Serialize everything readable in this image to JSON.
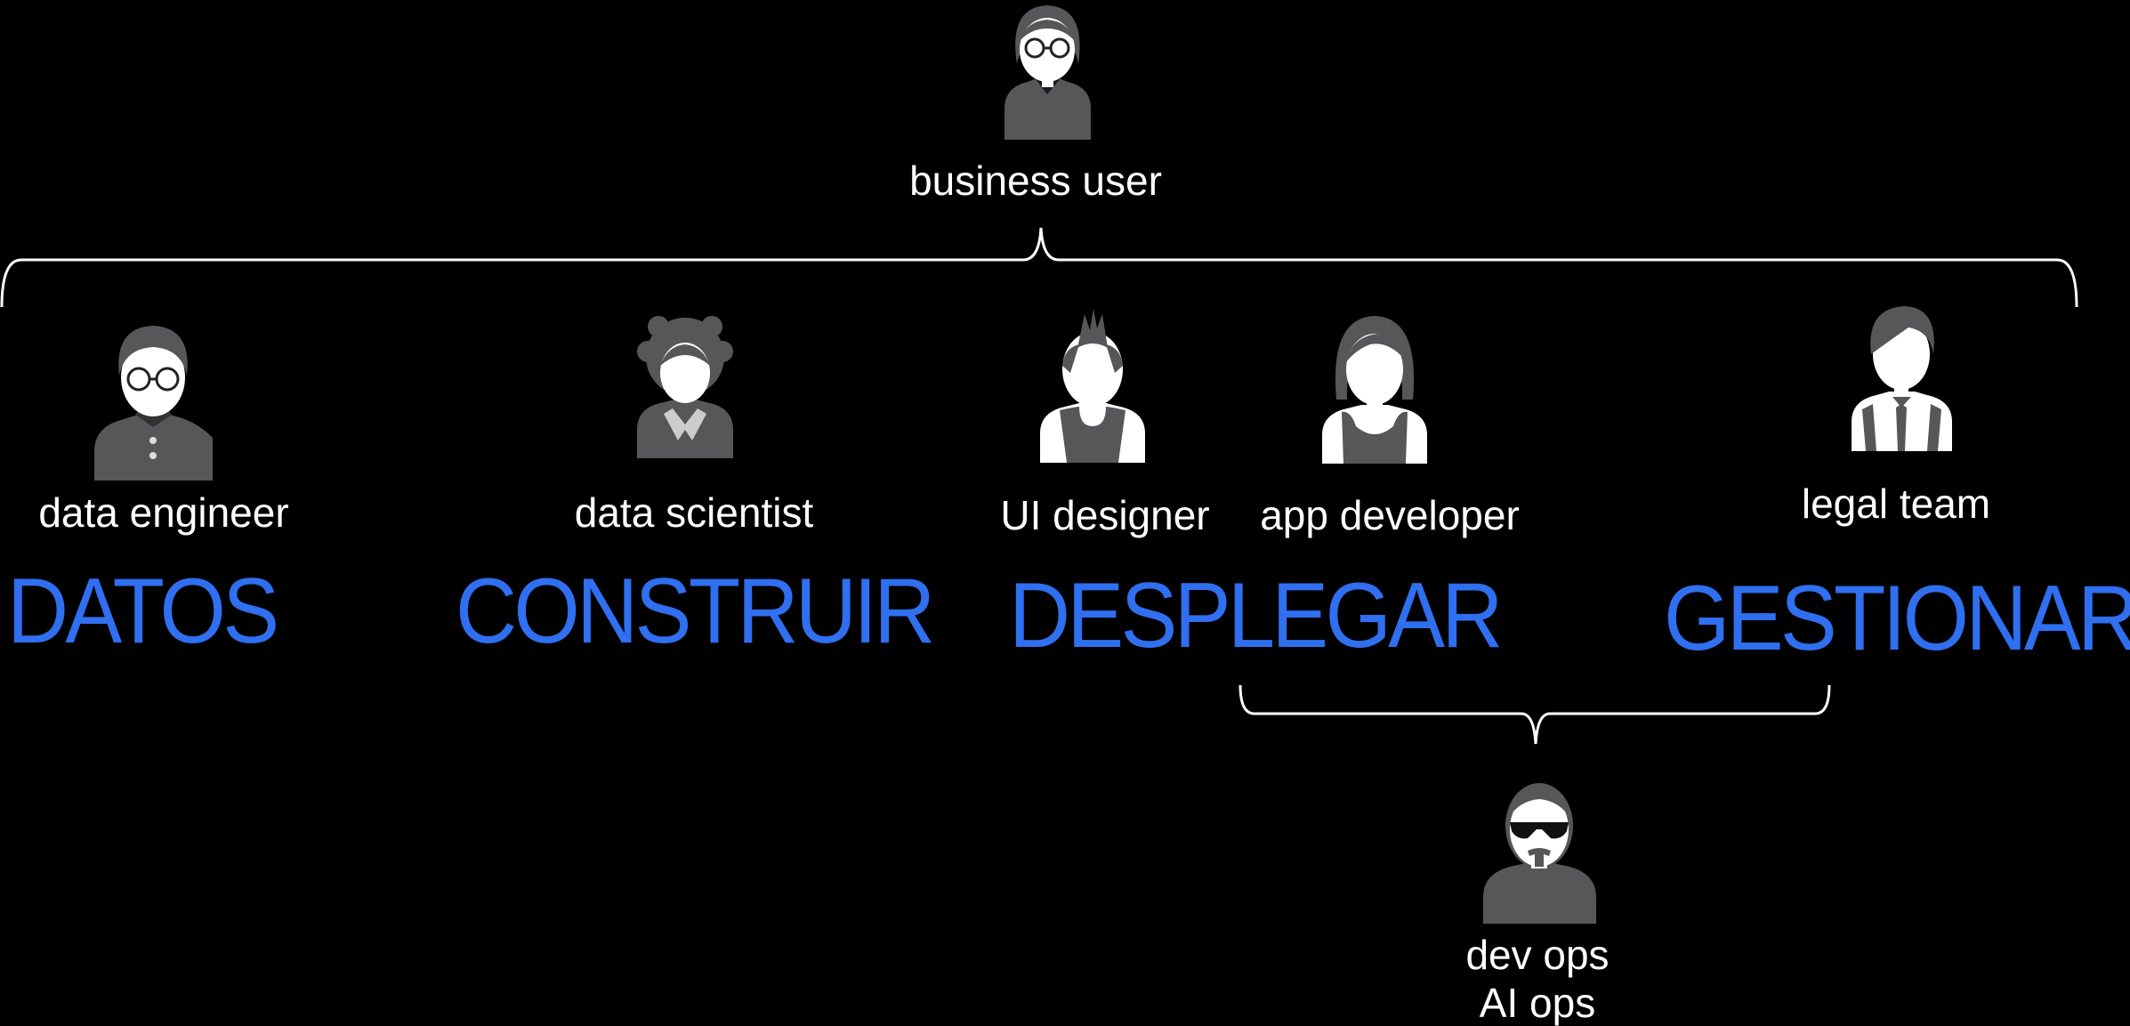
{
  "roles": {
    "business_user": "business user",
    "data_engineer": "data engineer",
    "data_scientist": "data scientist",
    "ui_designer": "UI designer",
    "app_developer": "app developer",
    "legal_team": "legal team",
    "devops_line1": "dev ops",
    "devops_line2": "AI ops"
  },
  "phases": {
    "datos": "DATOS",
    "construir": "CONSTRUIR",
    "desplegar": "DESPLEGAR",
    "gestionar": "GESTIONAR"
  },
  "colors": {
    "background": "#000000",
    "phase_text": "#2f6ff0",
    "role_text": "#ffffff",
    "icon_head": "#ffffff",
    "icon_body": "#575759"
  },
  "icons": [
    "woman-glasses-icon",
    "man-glasses-icon",
    "curly-hair-person-icon",
    "mohawk-person-icon",
    "woman-icon",
    "businessman-icon",
    "bald-sunglasses-man-icon"
  ]
}
